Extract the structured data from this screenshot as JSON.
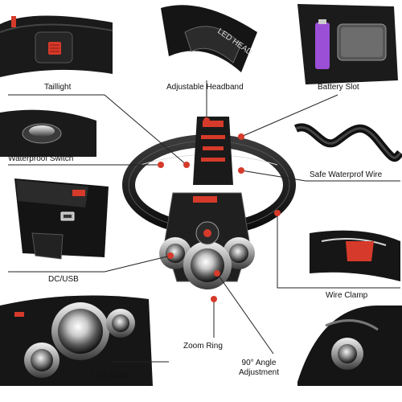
{
  "labels": {
    "taillight": "Taillight",
    "adjustable_headband": "Adjustable Headband",
    "battery_slot": "Battery Slot",
    "waterproof_switch": "Waterproof Switch",
    "safe_waterproof_wire": "Safe Waterprof Wire",
    "dc_usb": "DC/USB",
    "wire_clamp": "Wire Clamp",
    "zoom_ring": "Zoom Ring",
    "led_bulbs": "LED Bulbs",
    "angle_adjustment_line1": "90° Angle",
    "angle_adjustment_line2": "Adjustment"
  },
  "colors": {
    "accent": "#d63a2a",
    "dark": "#1c1c1c",
    "leader_line": "#222222"
  },
  "icons": {
    "battery": "battery-icon",
    "usb": "usb-port-icon",
    "switch": "power-switch-icon"
  }
}
